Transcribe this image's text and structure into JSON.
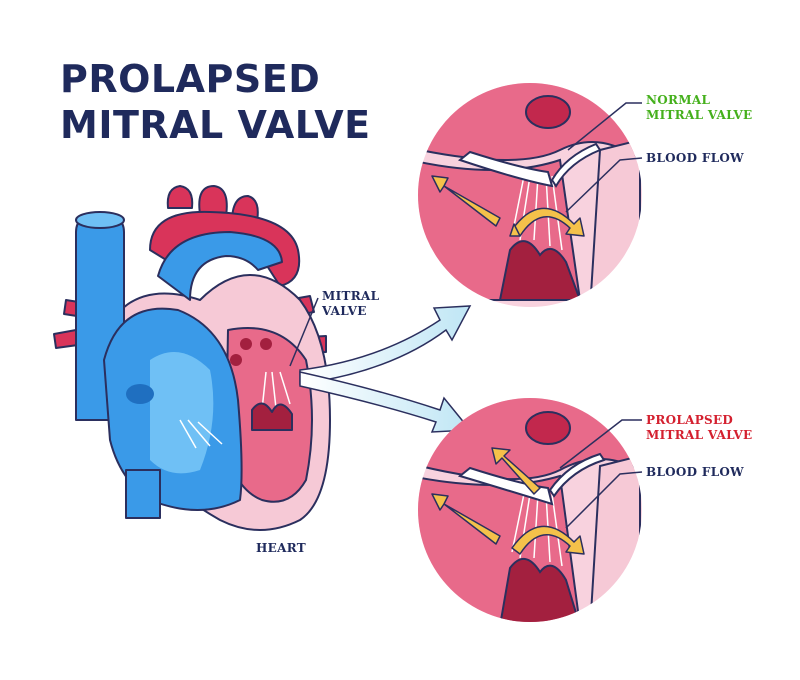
{
  "title": {
    "line1": "PROLAPSED",
    "line2": "MITRAL VALVE"
  },
  "labels": {
    "mitral_valve": {
      "line1": "MITRAL",
      "line2": "VALVE"
    },
    "heart": "HEART",
    "normal_valve": {
      "line1": "NORMAL",
      "line2": "MITRAL VALVE"
    },
    "blood_flow_top": "BLOOD FLOW",
    "prolapsed_valve": {
      "line1": "PROLAPSED",
      "line2": "MITRAL VALVE"
    },
    "blood_flow_bottom": "BLOOD FLOW"
  },
  "colors": {
    "title": "#1f2a5c",
    "normal_label": "#45b01c",
    "prolapsed_label": "#d4202f",
    "vessel_red": "#d9345a",
    "vessel_blue": "#3a9ae8",
    "tissue_pink": "#f6c9d6",
    "arrow_yellow": "#f4c14a"
  }
}
